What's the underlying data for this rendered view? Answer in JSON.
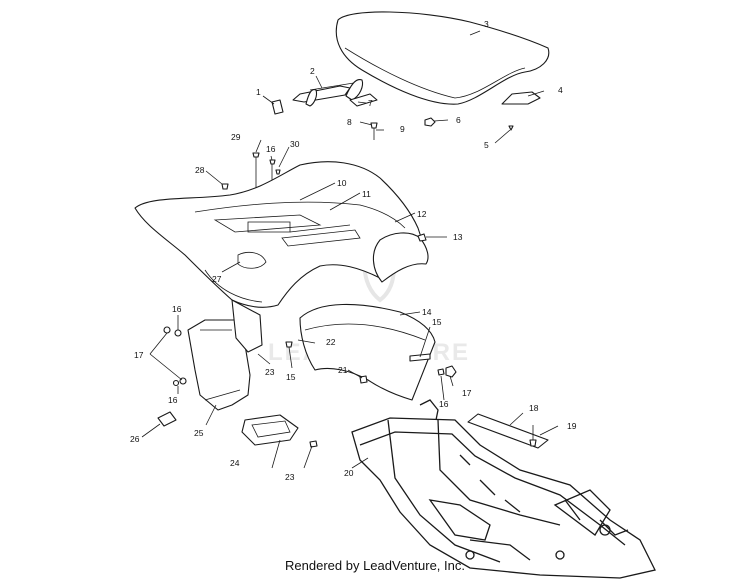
{
  "watermark": "LEADVENTURE",
  "footer": "Rendered by LeadVenture, Inc.",
  "callouts": {
    "c1": "1",
    "c2": "2",
    "c3": "3",
    "c4": "4",
    "c5": "5",
    "c6": "6",
    "c7": "7",
    "c8": "8",
    "c9": "9",
    "c10": "10",
    "c11": "11",
    "c12": "12",
    "c13": "13",
    "c14": "14",
    "c15a": "15",
    "c15b": "15",
    "c16a": "16",
    "c16b": "16",
    "c16c": "16",
    "c16d": "16",
    "c17a": "17",
    "c17b": "17",
    "c18": "18",
    "c19": "19",
    "c20": "20",
    "c21": "21",
    "c22": "22",
    "c23a": "23",
    "c23b": "23",
    "c24": "24",
    "c25": "25",
    "c26": "26",
    "c27": "27",
    "c28": "28",
    "c29": "29",
    "c30": "30"
  }
}
